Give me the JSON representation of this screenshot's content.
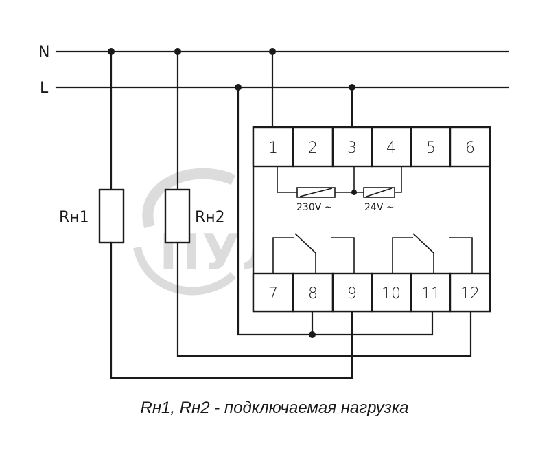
{
  "lines": {
    "neutral": "N",
    "live": "L"
  },
  "loads": {
    "rh1": "Rн1",
    "rh2": "Rн2"
  },
  "terminals_top": [
    "1",
    "2",
    "3",
    "4",
    "5",
    "6"
  ],
  "terminals_bottom": [
    "7",
    "8",
    "9",
    "10",
    "11",
    "12"
  ],
  "coils": {
    "coil1": "230V ~",
    "coil2": "24V ~"
  },
  "watermark": "ПУЛЬСАР",
  "caption": "Rн1, Rн2 - подключаемая нагрузка"
}
